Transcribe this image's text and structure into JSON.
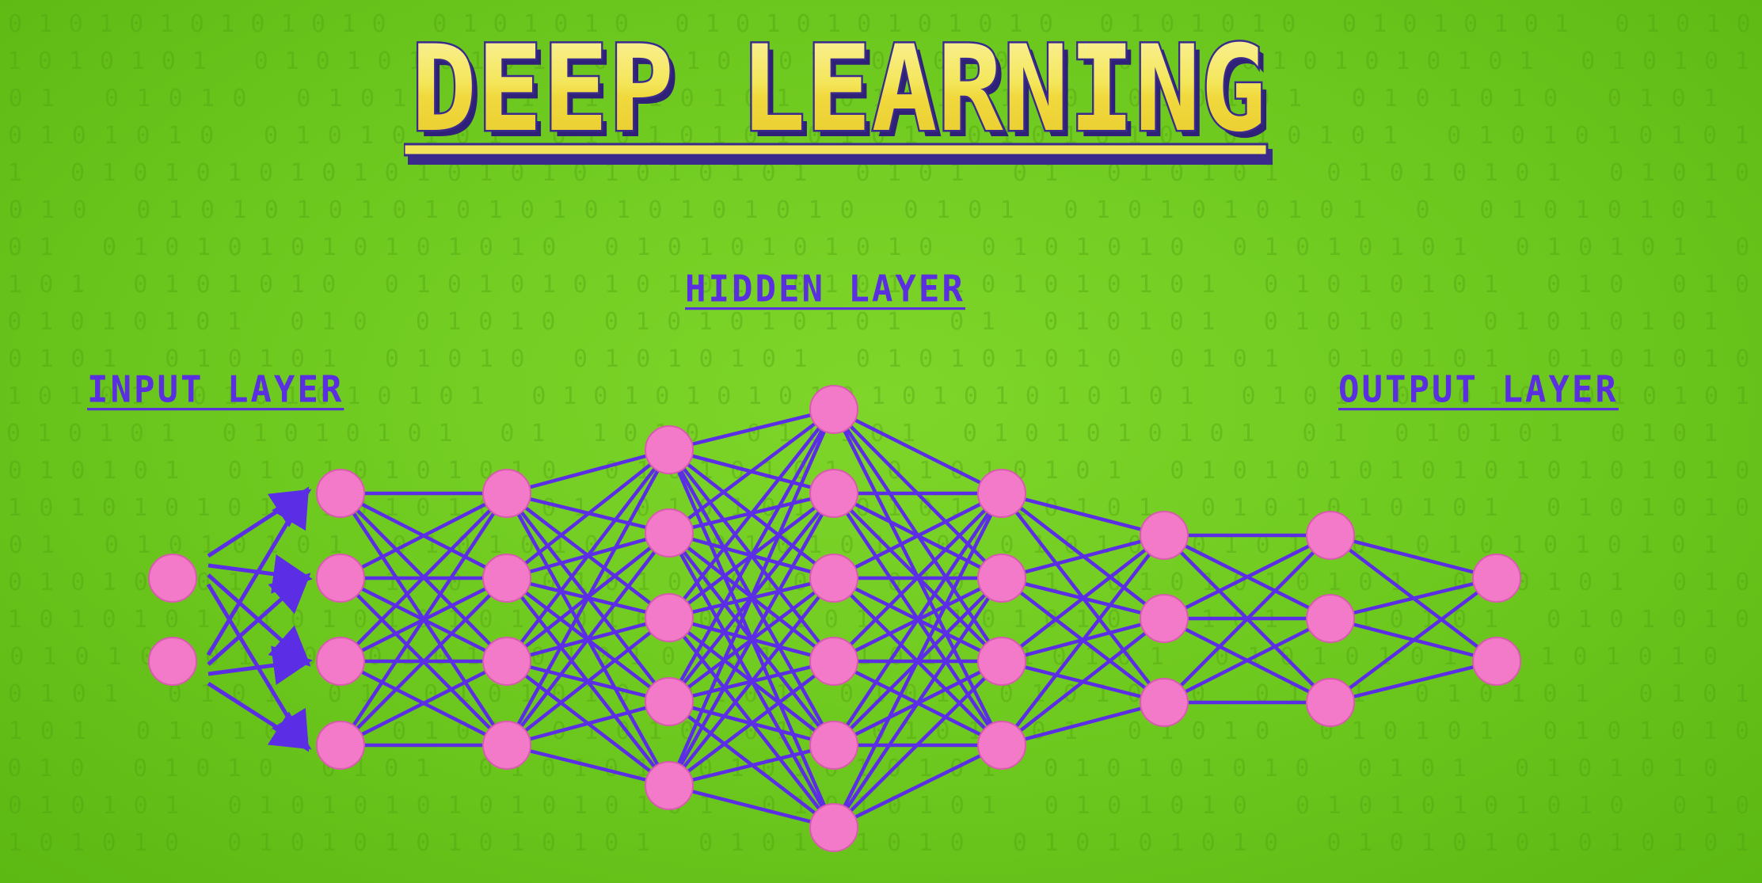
{
  "title": "DEEP LEARNING",
  "labels": {
    "input": "INPUT LAYER",
    "hidden": "HIDDEN LAYER",
    "output": "OUTPUT LAYER"
  },
  "layers": [
    {
      "name": "input",
      "nodes": 2
    },
    {
      "name": "hidden-1",
      "nodes": 4
    },
    {
      "name": "hidden-2",
      "nodes": 4
    },
    {
      "name": "hidden-3",
      "nodes": 5
    },
    {
      "name": "hidden-4",
      "nodes": 6
    },
    {
      "name": "hidden-5",
      "nodes": 4
    },
    {
      "name": "hidden-6",
      "nodes": 3
    },
    {
      "name": "hidden-7",
      "nodes": 3
    },
    {
      "name": "output",
      "nodes": 2
    }
  ],
  "colors": {
    "background": "#6cc81e",
    "node": "#f27ac8",
    "edge": "#5b2ee6",
    "label": "#5a2fe0",
    "title_fill": "#f3e35a",
    "title_outline": "#3a2a8c"
  },
  "background_binary": [
    "0101010101010 0101010 0101010101010 0101010 01010101 010101",
    "01010101 0101010101 01010101 0101010 01010101010101 010101",
    "0101 01010 0101010101010101 010101 01010101 0101010 0101",
    "0101010 01010101 010101010101 0101010 010101 01010101010",
    "01 010101010101010101010101 0101 01 010101 01010101 01010",
    "01010 01010101010101010101010 0101 0101010101 0 01010101",
    "01 010101010101010 01010101010 0101010 01010101 010101 01",
    "0101 0101010 010101010101 01010101010101 01010101 010 010",
    "0101010101 010 01010 0101010101 01 010101 010101 01010101",
    "0101 010101 01010 01010101 010101010 0101 010101 01010101",
    "010101 0101010101 0101010101010101010101 0101 01010 010101",
    "01010101 01010101 01 1010 010101 0101010101 01 010101 0101",
    "010101 01010101010 01010101 01010101 01010101010101010101",
    "01010101010101010101 010101 0101010101 0101010101 0101010",
    "0101 01010101 0101010 01010101 010101010101 010101010101",
    "01010101 0101 01 0101010101 010101 0101010101 010101 0101",
    "010101010101010101 0101010101 010101010101 010101 0101010",
    "0101010101 010101 01010101 0101 010101 01010101 0101010",
    "0101 0101 01 010101010101 0101 0101010 0101 010101 01010",
    "0101 0101010 0101 01010 01010101 01 01010 010101 0101010",
    "01010 01010 0101 010101 0101010101 010101010 0101 0101010",
    "010101 0101010101010101 01010101 0101010 01010101010 0101",
    "0101010 01010101010101 010101010 010101010 01010101010101"
  ]
}
